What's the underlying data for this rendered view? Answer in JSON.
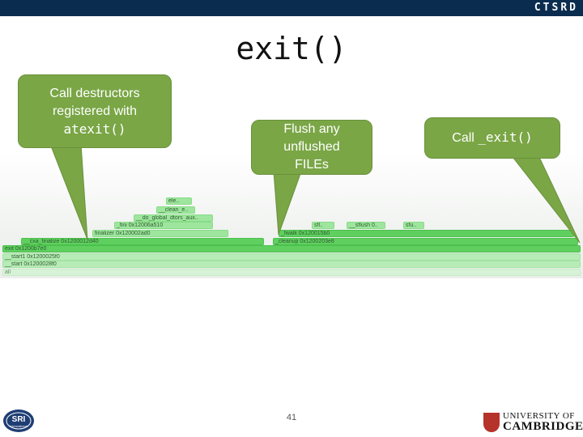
{
  "header": {
    "brand": "CTSRD"
  },
  "slide": {
    "title": "exit()",
    "page_number": "41"
  },
  "callouts": {
    "destructors": {
      "line1": "Call destructors",
      "line2": "registered with",
      "line3": "atexit()"
    },
    "flush": {
      "line1": "Flush any",
      "line2": "unflushed",
      "line3": "FILEs"
    },
    "exit": {
      "text": "Call ",
      "code": "_exit()"
    }
  },
  "flamegraph": {
    "bars": {
      "ele": "ele..",
      "clean_e": "__clean_e..",
      "do_global_dtors_aux": "__do_global_dtors_aux..",
      "fini": "_fini 0x12006a510",
      "finalizer": "finalizer 0x120002ad0",
      "cxa_finalize": "__cxa_finalize 0x1200012d40",
      "sfl": "sfl..",
      "sflush": "__sflush 0..",
      "sfu": "sfu..",
      "fwalk": "_fwalk 0x120015b0",
      "cleanup": "_cleanup 0x1200203e8",
      "exit": "exit 0x1200b7e0",
      "start1": "__start1 0x1200025f0",
      "start": "__start 0x1200028f0",
      "all": "all"
    }
  },
  "logos": {
    "sri_initials": "SRI",
    "sri_sub": "International",
    "cambridge_line1": "UNIVERSITY OF",
    "cambridge_line2": "CAMBRIDGE"
  },
  "colors": {
    "header_bg": "#0a2d4f",
    "callout_green": "#7aa646",
    "flame_green": "#5fd05f"
  }
}
